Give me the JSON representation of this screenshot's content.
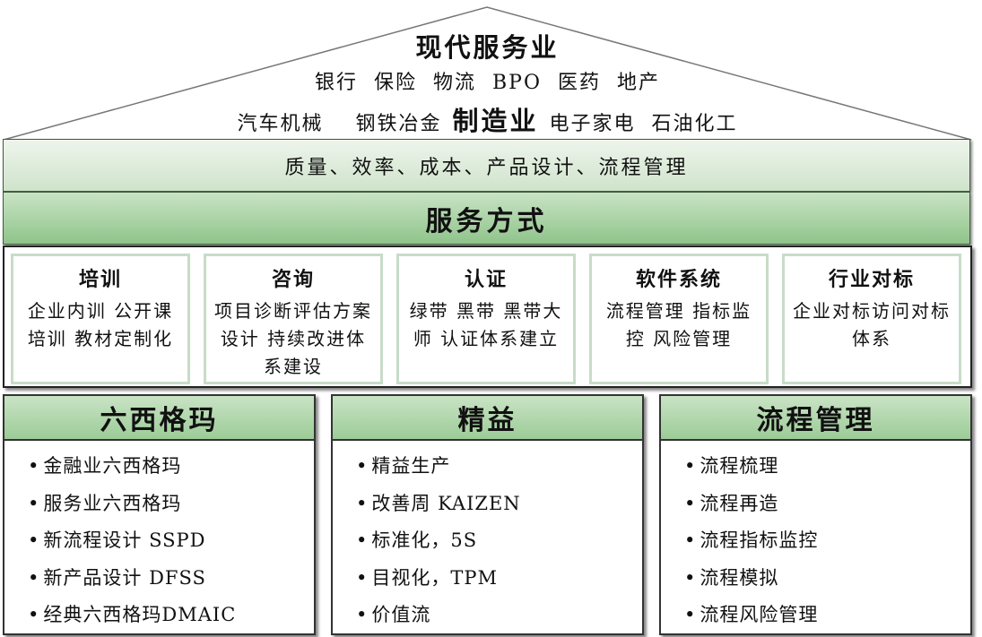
{
  "roof": {
    "title": "现代服务业",
    "service_industries": "银行  保险  物流  BPO  医药  地产",
    "manufacturing_left": "汽车机械    钢铁冶金",
    "manufacturing_title": "制造业",
    "manufacturing_right": "电子家电  石油化工"
  },
  "focus_band": "质量、效率、成本、产品设计、流程管理",
  "service_mode_band": "服务方式",
  "services": [
    {
      "title": "培训",
      "desc": "企业内训 公开课培训 教材定制化"
    },
    {
      "title": "咨询",
      "desc": "项目诊断评估方案设计 持续改进体系建设"
    },
    {
      "title": "认证",
      "desc": "绿带 黑带 黑带大师  认证体系建立"
    },
    {
      "title": "软件系统",
      "desc": "流程管理 指标监控 风险管理"
    },
    {
      "title": "行业对标",
      "desc": "企业对标访问对标体系"
    }
  ],
  "pillars": [
    {
      "title": "六西格玛",
      "items": [
        "金融业六西格玛",
        "服务业六西格玛",
        "新流程设计 SSPD",
        "新产品设计 DFSS",
        "经典六西格玛DMAIC"
      ]
    },
    {
      "title": "精益",
      "items": [
        "精益生产",
        "改善周 KAIZEN",
        "标准化，5S",
        "目视化，TPM",
        "价值流"
      ]
    },
    {
      "title": "流程管理",
      "items": [
        "流程梳理",
        "流程再造",
        "流程指标监控",
        "流程模拟",
        "流程风险管理"
      ]
    }
  ]
}
